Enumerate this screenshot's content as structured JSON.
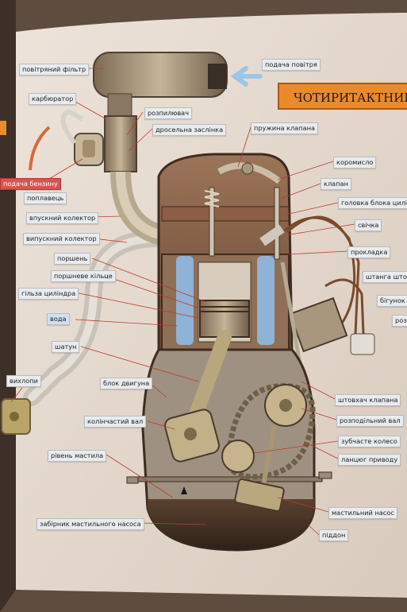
{
  "title": "ЧОТИРИТАКТНИЙ Д",
  "labels": {
    "air_filter": "повітряний фільтр",
    "air_intake": "подача повітря",
    "carburetor": "карбюратор",
    "sprayer": "розпилювач",
    "throttle": "дросельна заслінка",
    "valve_spring": "пружина клапана",
    "fuel_feed": "подача бензину",
    "float": "поплавець",
    "rocker": "коромисло",
    "valve": "клапан",
    "cylinder_head": "головка блока циліндр",
    "intake_manifold": "впускний колектор",
    "spark_plug": "свічка",
    "exhaust_manifold": "випускний колектор",
    "gasket": "прокладка",
    "piston": "поршень",
    "piston_ring": "поршневе кільце",
    "pushrod": "штанга што",
    "cylinder_liner": "гільза циліндра",
    "runner": "бігунок р",
    "water": "вода",
    "distributor": "роз",
    "conrod": "шатун",
    "engine_block": "блок двигуна",
    "exhaust": "вихлопи",
    "valve_lifter": "штовхач клапана",
    "crankshaft": "колінчастий вал",
    "camshaft": "розподільний вал",
    "gear": "зубчасте колесо",
    "oil_level": "рівень мастила",
    "timing_chain": "ланцюг приводу",
    "oil_intake": "забірник мастильного насоса",
    "oil_pump": "мастильний насос",
    "sump": "піддон"
  },
  "colors": {
    "page": "#eadfd5",
    "title_bg": "#e98a2c",
    "label_bg": "#e9ecef",
    "water": "#8fb3d6",
    "fuel_label": "#d9534f",
    "arrow": "#9cc6e6"
  }
}
